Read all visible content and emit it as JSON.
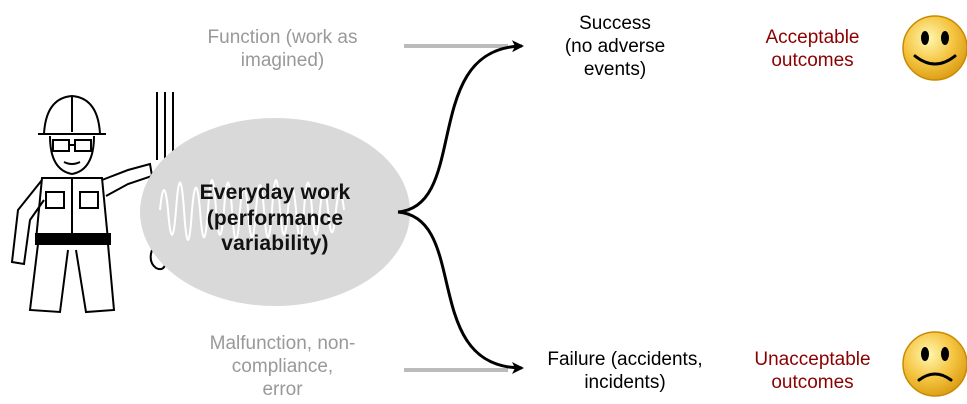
{
  "function_label": [
    "Function (work as",
    "imagined)"
  ],
  "malfunction_label": [
    "Malfunction, non-",
    "compliance,",
    "error"
  ],
  "center_label": [
    "Everyday work",
    "(performance",
    "variability)"
  ],
  "success_label": [
    "Success",
    "(no adverse",
    "events)"
  ],
  "failure_label": [
    "Failure (accidents,",
    "incidents)"
  ],
  "acceptable_label": [
    "Acceptable",
    "outcomes"
  ],
  "unacceptable_label": [
    "Unacceptable",
    "outcomes"
  ],
  "icons": {
    "worker": "worker-illustration-icon",
    "happy": "happy-face-icon",
    "sad": "sad-face-icon"
  },
  "colors": {
    "gray_text": "#999999",
    "outcome_red": "#8b0000",
    "ellipse_fill": "#d9d9d9",
    "face_yellow": "#f5c542"
  }
}
